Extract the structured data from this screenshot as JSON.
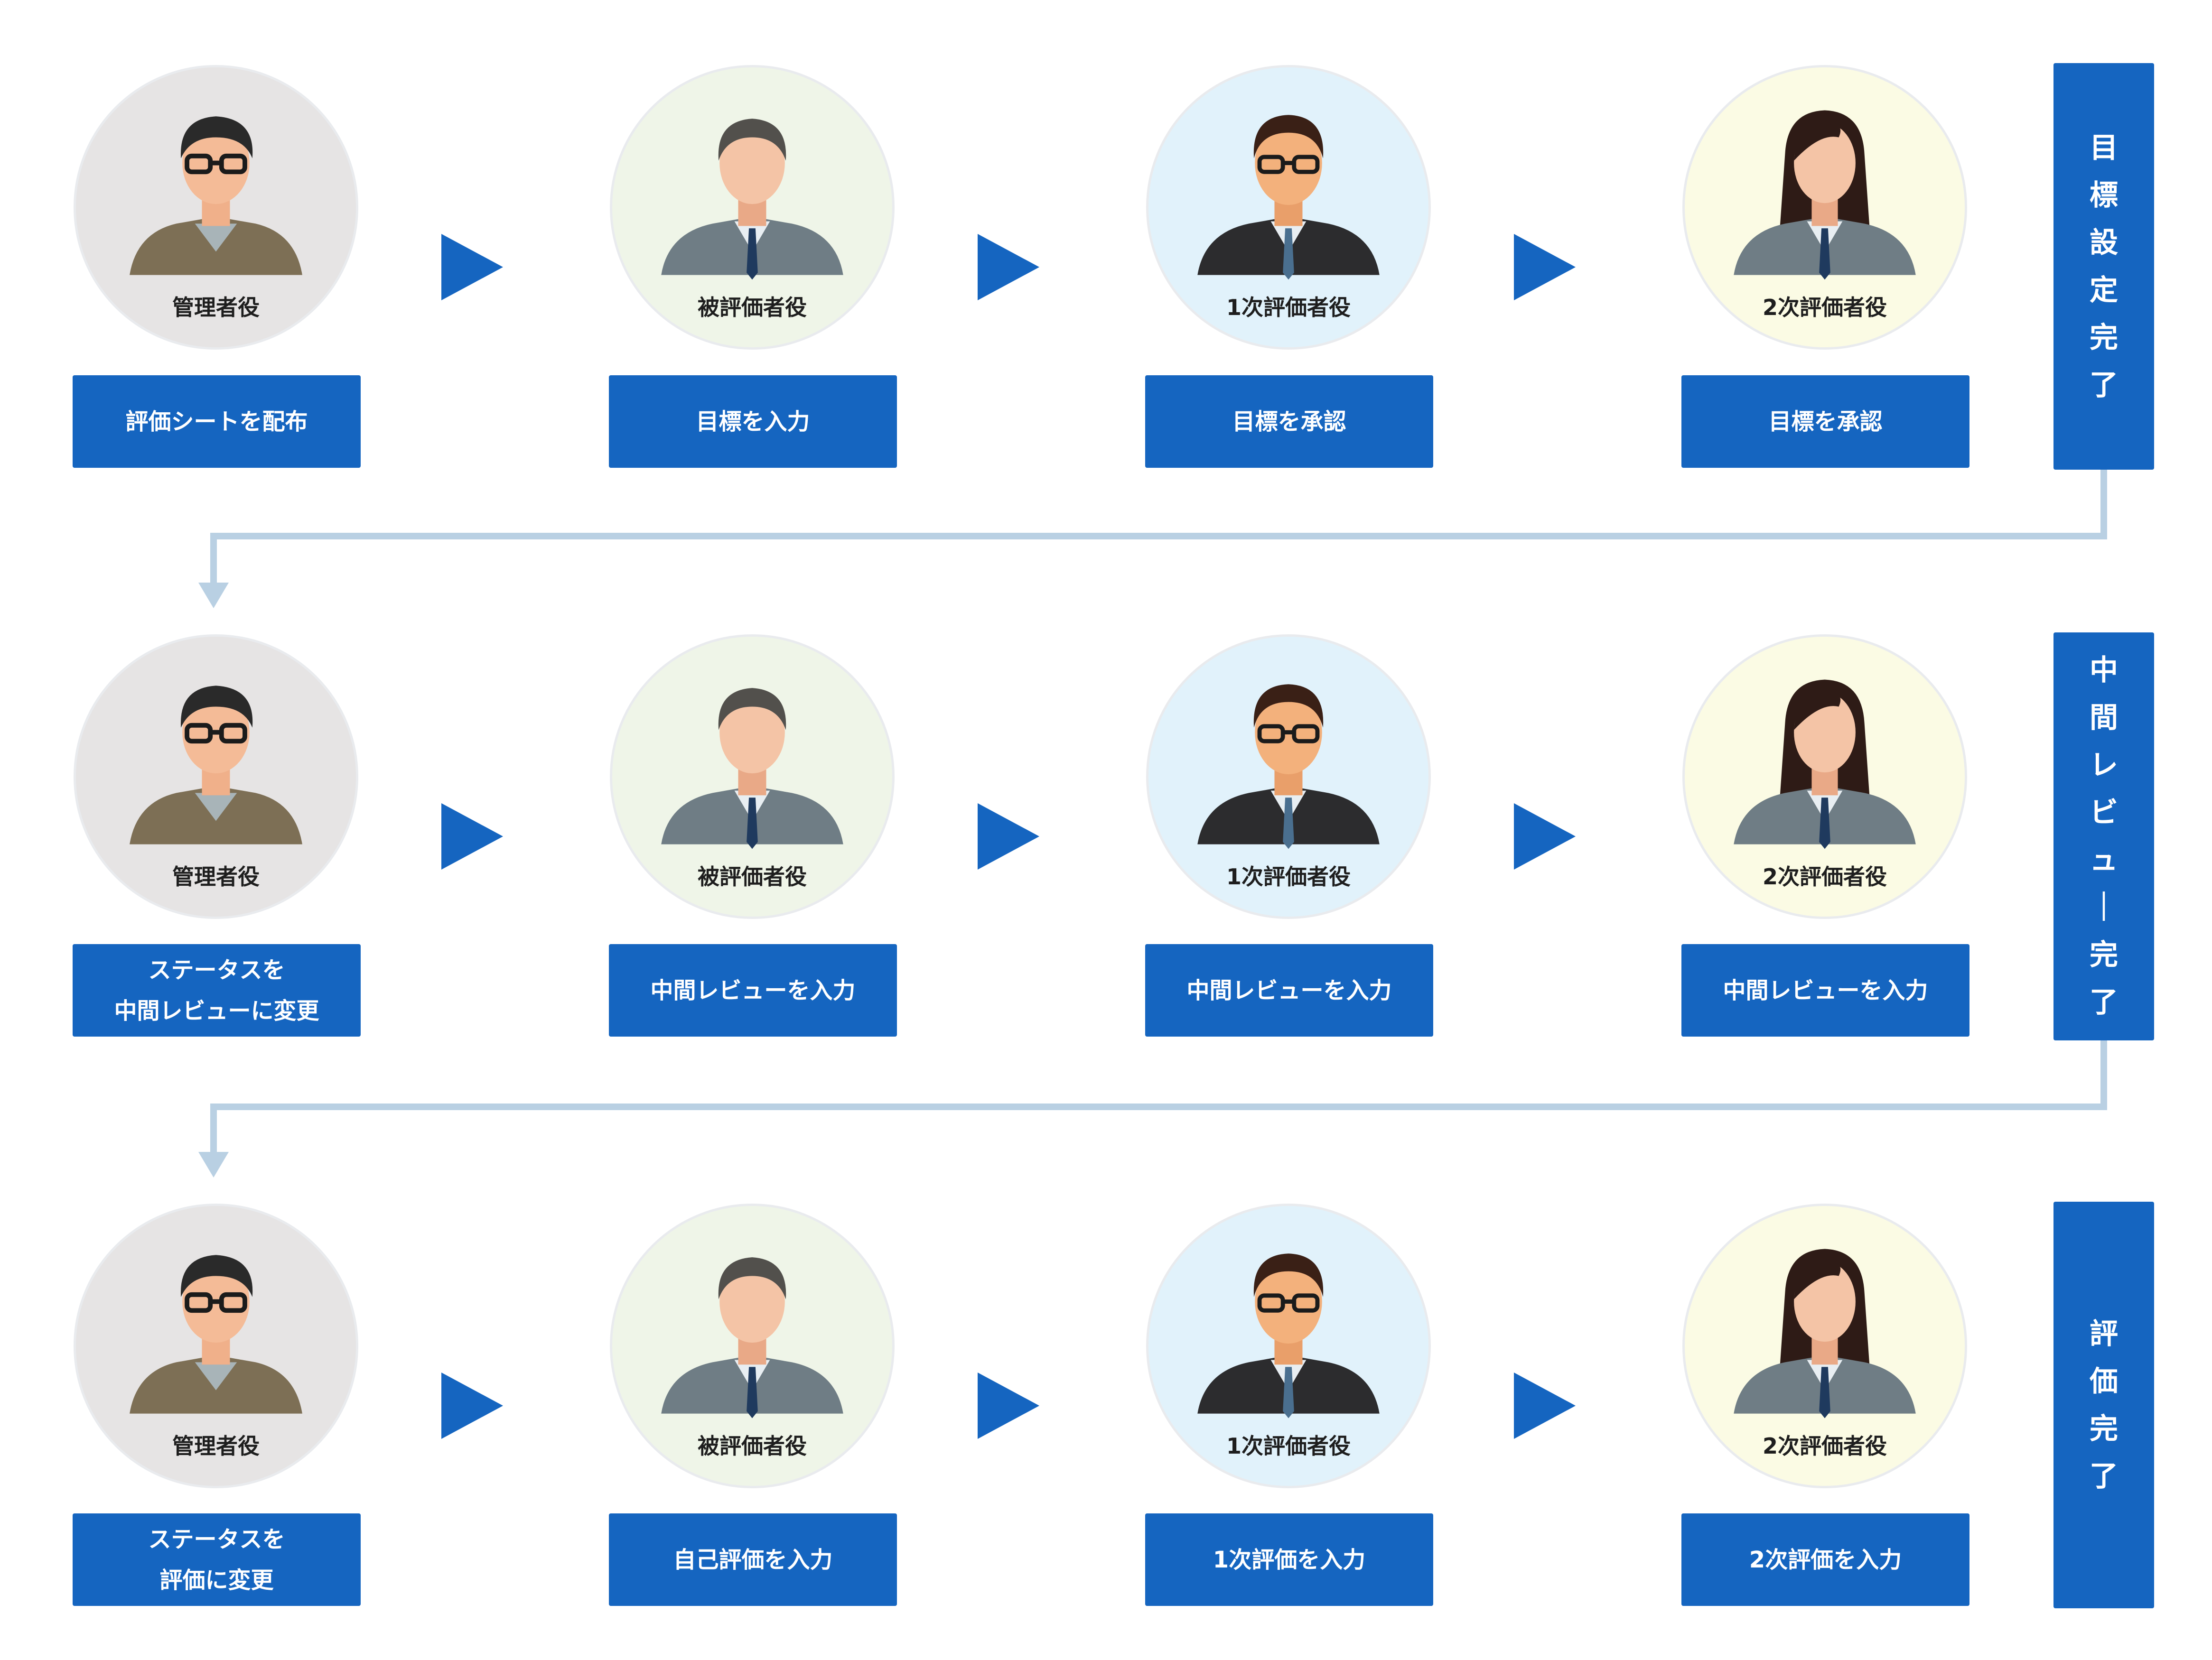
{
  "colors": {
    "primary": "#1565c0",
    "connector": "#b9d0e3",
    "bg_admin": "#e6e4e4",
    "bg_evaluatee": "#eff5e8",
    "bg_first": "#e1f2fb",
    "bg_second": "#fbfbe4"
  },
  "roles": {
    "admin": "管理者役",
    "evaluatee": "被評価者役",
    "first": "1次評価者役",
    "second": "2次評価者役"
  },
  "rows": [
    {
      "actions": [
        "評価シートを配布",
        "目標を入力",
        "目標を承認",
        "目標を承認"
      ],
      "stage": "目標設定完了"
    },
    {
      "actions": [
        "ステータスを\n中間レビューに変更",
        "中間レビューを入力",
        "中間レビューを入力",
        "中間レビューを入力"
      ],
      "stage": "中間レビュー完了"
    },
    {
      "actions": [
        "ステータスを\n評価に変更",
        "自己評価を入力",
        "1次評価を入力",
        "2次評価を入力"
      ],
      "stage": "評価完了"
    }
  ]
}
